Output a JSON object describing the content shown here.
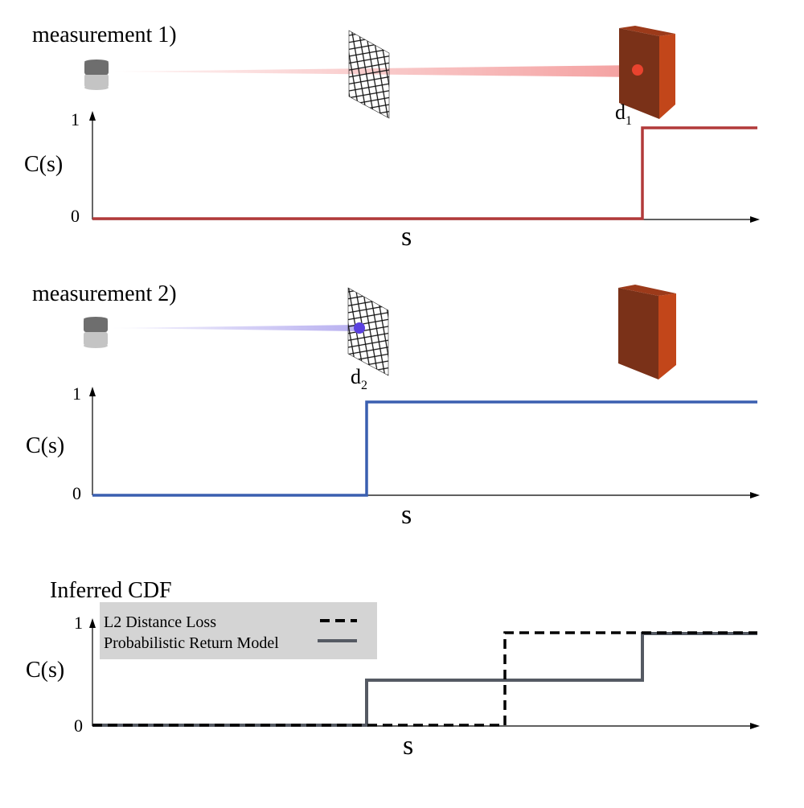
{
  "panels": {
    "m1": {
      "title": "measurement 1)",
      "ylabel": "C(s)",
      "xlabel": "s",
      "y_tick_top": "1",
      "y_tick_bottom": "0",
      "hit_label": "d",
      "hit_sub": "1",
      "beam_color": "#f4a0a0",
      "dot_color": "#e8432e",
      "curve_color": "#b23a3a"
    },
    "m2": {
      "title": "measurement 2)",
      "ylabel": "C(s)",
      "xlabel": "s",
      "y_tick_top": "1",
      "y_tick_bottom": "0",
      "hit_label": "d",
      "hit_sub": "2",
      "beam_color": "#b8b0f0",
      "dot_color": "#5a40e0",
      "curve_color": "#3a5fb0"
    },
    "inferred": {
      "title": "Inferred CDF",
      "ylabel": "C(s)",
      "xlabel": "s",
      "y_tick_top": "1",
      "y_tick_bottom": "0"
    }
  },
  "legend": {
    "items": [
      {
        "label": "L2 Distance Loss",
        "style": "dashed",
        "color": "#000000"
      },
      {
        "label": "Probabilistic Return Model",
        "style": "solid",
        "color": "#555a63"
      }
    ],
    "background": "#d4d4d4"
  },
  "colors": {
    "wall_front": "#7a3118",
    "wall_side": "#c2461a",
    "wall_top": "#9c3a1a",
    "sensor_top": "#6e6e6e",
    "sensor_bottom": "#c4c4c4"
  }
}
